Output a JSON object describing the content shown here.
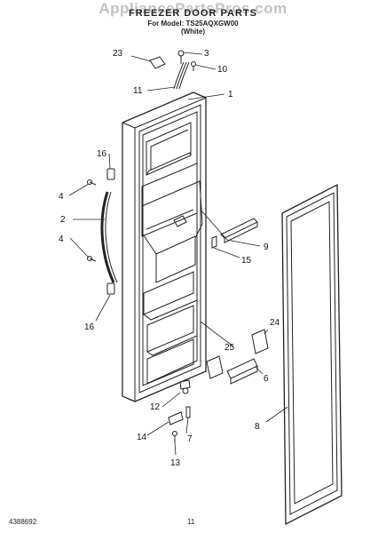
{
  "header": {
    "watermark": "AppliancePartsPros.com",
    "title": "FREEZER DOOR PARTS",
    "model": "For Model: TS25AQXGW00",
    "color": "(White)"
  },
  "callouts": {
    "c1": "1",
    "c2": "2",
    "c3": "3",
    "c4a": "4",
    "c4b": "4",
    "c6": "6",
    "c7": "7",
    "c8": "8",
    "c9": "9",
    "c10": "10",
    "c11": "11",
    "c12": "12",
    "c13": "13",
    "c14": "14",
    "c15": "15",
    "c16a": "16",
    "c16b": "16",
    "c23": "23",
    "c24": "24",
    "c25": "25"
  },
  "footer": {
    "doc_number": "4388692",
    "page": "11"
  }
}
